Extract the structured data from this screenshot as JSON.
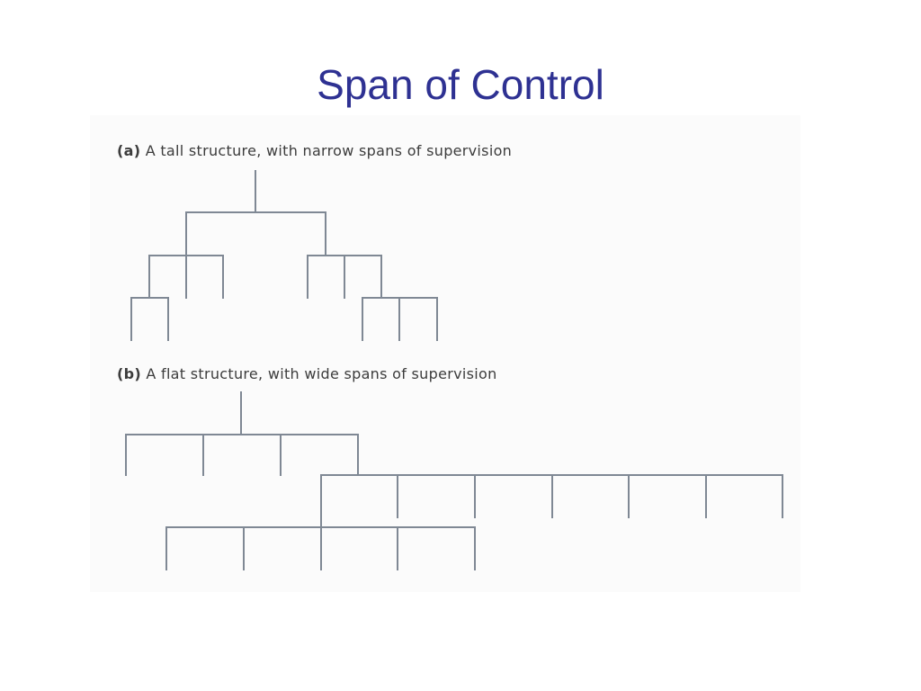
{
  "title": "Span of Control",
  "diagram_a": {
    "tag": "(a)",
    "text": "A tall structure, with narrow spans of supervision"
  },
  "diagram_b": {
    "tag": "(b)",
    "text": "A flat structure, with wide spans of supervision"
  },
  "colors": {
    "title": "#2e3192",
    "line": "#7f8894",
    "caption": "#3c3c3c"
  }
}
